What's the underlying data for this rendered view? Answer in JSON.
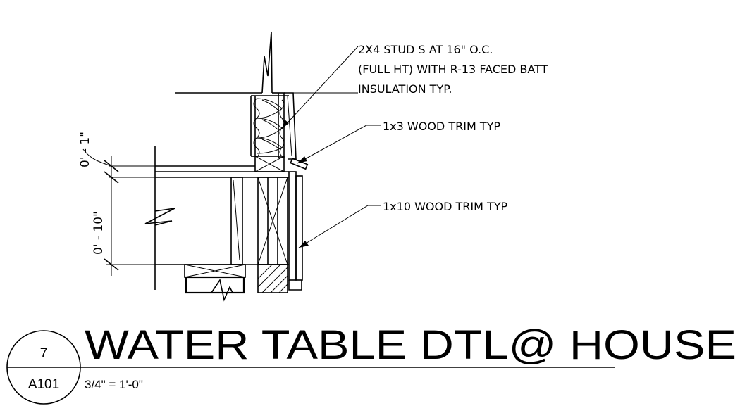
{
  "callouts": {
    "stud_line1": "2X4 STUD S AT 16\" O.C.",
    "stud_line2": "(FULL HT) WITH R-13 FACED BATT",
    "stud_line3": "INSULATION TYP.",
    "trim_1x3": "1x3 WOOD TRIM TYP",
    "trim_1x10": "1x10 WOOD TRIM TYP"
  },
  "dimensions": {
    "upper": "0' - 1\"",
    "lower": "0' - 10\""
  },
  "title_block": {
    "detail_number": "7",
    "sheet_number": "A101",
    "title": "WATER TABLE DTL@ HOUSE",
    "scale": "3/4\" = 1'-0\""
  }
}
